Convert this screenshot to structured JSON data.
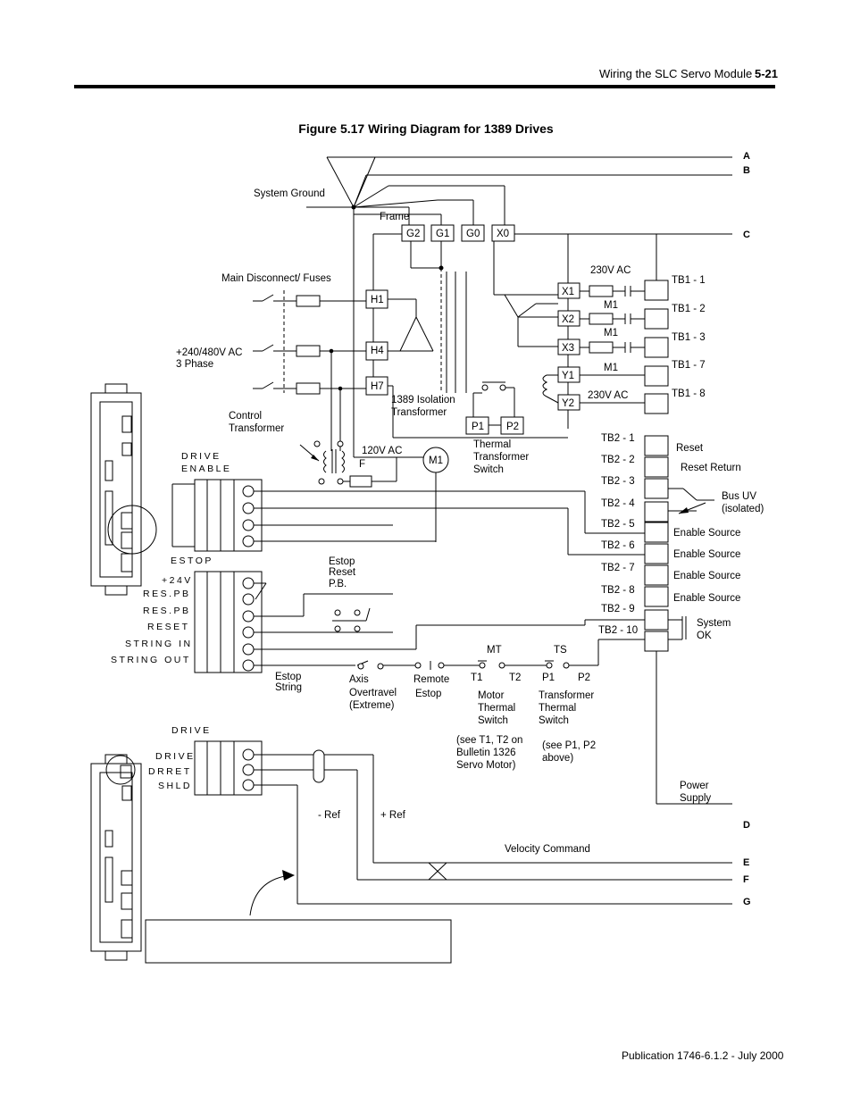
{
  "header": {
    "section_title": "Wiring the SLC Servo Module",
    "page_number": "5-21"
  },
  "figure_title": "Figure 5.17 Wiring Diagram for 1389 Drives",
  "footer": {
    "publication": "Publication 1746-6.1.2 - July 2000"
  },
  "edge_letters": {
    "a": "A",
    "b": "B",
    "c": "C",
    "d": "D",
    "e": "E",
    "f": "F",
    "g": "G"
  },
  "labels": {
    "system_ground": "System Ground",
    "frame": "Frame",
    "g2": "G2",
    "g1": "G1",
    "g0": "G0",
    "x0": "X0",
    "main_disconnect": "Main Disconnect/ Fuses",
    "supply": "+240/480V AC",
    "three_phase": "3 Phase",
    "h1": "H1",
    "h4": "H4",
    "h7": "H7",
    "iso_line1": "1389 Isolation",
    "iso_line2": "Transformer",
    "control_line1": "Control",
    "control_line2": "Transformer",
    "v230_top": "230V AC",
    "v230_bottom": "230V AC",
    "v120": "120V AC",
    "fuse_f": "F",
    "m1_coil": "M1",
    "m1_a": "M1",
    "m1_b": "M1",
    "m1_c": "M1",
    "x1": "X1",
    "x2": "X2",
    "x3": "X3",
    "y1": "Y1",
    "y2": "Y2",
    "tb1_1": "TB1 - 1",
    "tb1_2": "TB1 - 2",
    "tb1_3": "TB1 - 3",
    "tb1_7": "TB1 - 7",
    "tb1_8": "TB1 - 8",
    "p1_box": "P1",
    "p2_box": "P2",
    "thermal_1": "Thermal",
    "thermal_2": "Transformer",
    "thermal_3": "Switch",
    "tb2_1": "TB2 - 1",
    "tb2_2": "TB2 - 2",
    "tb2_3": "TB2 - 3",
    "tb2_4": "TB2 - 4",
    "tb2_5": "TB2 - 5",
    "tb2_6": "TB2 - 6",
    "tb2_7": "TB2 - 7",
    "tb2_8": "TB2 - 8",
    "tb2_9": "TB2 - 9",
    "tb2_10": "TB2 - 10",
    "reset": "Reset",
    "reset_return": "Reset Return",
    "bus_uv_1": "Bus UV",
    "bus_uv_2": "(isolated)",
    "enable_source_1": "Enable Source",
    "enable_source_2": "Enable Source",
    "enable_source_3": "Enable Source",
    "enable_source_4": "Enable Source",
    "system_ok_1": "System",
    "system_ok_2": "OK",
    "drive_enable_1": "DRIVE",
    "drive_enable_2": "ENABLE",
    "estop": "ESTOP",
    "p24v": "+24V",
    "res_pb_1": "RES.PB",
    "res_pb_2": "RES.PB",
    "reset_term": "RESET",
    "string_in": "STRING IN",
    "string_out": "STRING OUT",
    "estop_reset_1": "Estop",
    "estop_reset_2": "Reset",
    "estop_reset_3": "P.B.",
    "estop_string_1": "Estop",
    "estop_string_2": "String",
    "axis_1": "Axis",
    "axis_2": "Overtravel",
    "axis_3": "(Extreme)",
    "remote_1": "Remote",
    "remote_2": "Estop",
    "mt": "MT",
    "ts": "TS",
    "t1": "T1",
    "t2": "T2",
    "p1": "P1",
    "p2": "P2",
    "motor_1": "Motor",
    "motor_2": "Thermal",
    "motor_3": "Switch",
    "trans_1": "Transformer",
    "trans_2": "Thermal",
    "trans_3": "Switch",
    "see_t_1": "(see T1, T2 on",
    "see_t_2": "Bulletin 1326",
    "see_t_3": "Servo Motor)",
    "see_p_1": "(see P1, P2",
    "see_p_2": "above)",
    "drive_term_header": "DRIVE",
    "drive_term": "DRIVE",
    "drret": "DRRET",
    "shld": "SHLD",
    "neg_ref": "- Ref",
    "pos_ref": "+ Ref",
    "velocity": "Velocity Command",
    "power_1": "Power",
    "power_2": "Supply"
  },
  "note_box": {
    "text": ""
  }
}
